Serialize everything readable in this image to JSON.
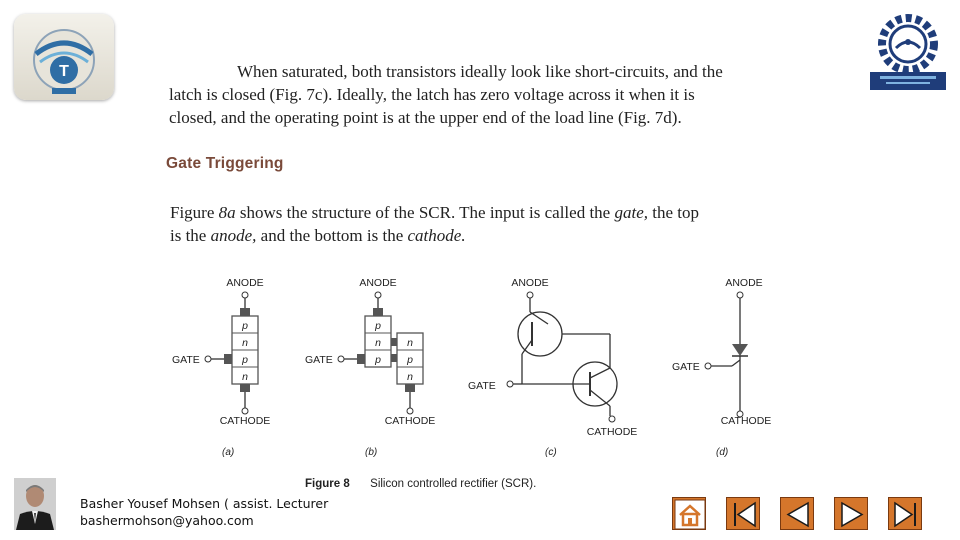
{
  "paragraph1": {
    "line1": "When saturated, both transistors ideally look like short-circuits, and the",
    "line2": "latch is closed (Fig. 7c).     Ideally, the latch has zero voltage across it when it is",
    "line3": "closed, and the operating point is at the upper end of the load line (Fig.  7d)."
  },
  "heading": "Gate Triggering",
  "paragraph2": {
    "l1_a": "Figure ",
    "l1_fig": "8a",
    "l1_b": "   shows the structure of the SCR. The input is called the ",
    "l1_gate": "gate,",
    "l1_c": " the top",
    "l2_a": "is the ",
    "l2_anode": "anode,",
    "l2_b": "  and the bottom is the ",
    "l2_cathode": "cathode."
  },
  "figure": {
    "anode_label": "ANODE",
    "cathode_label": "CATHODE",
    "gate_label": "GATE",
    "layers_a": [
      "p",
      "n",
      "p",
      "n"
    ],
    "layers_b_left": [
      "p",
      "n",
      "p"
    ],
    "layers_b_right": [
      "n",
      "p",
      "n"
    ],
    "sub_a": "(a)",
    "sub_b": "(b)",
    "sub_c": "(c)",
    "sub_d": "(d)",
    "caption_label": "Figure",
    "caption_number": "8",
    "caption_text": "Silicon controlled rectifier (SCR)."
  },
  "footer": {
    "author": "Basher Yousef Mohsen ( assist. Lecturer",
    "email": "bashermohson@yahoo.com"
  },
  "nav": {
    "home": "home-icon",
    "first": "first-page-icon",
    "prev": "previous-icon",
    "next": "next-icon",
    "last": "last-page-icon",
    "color": "#d5762b"
  }
}
